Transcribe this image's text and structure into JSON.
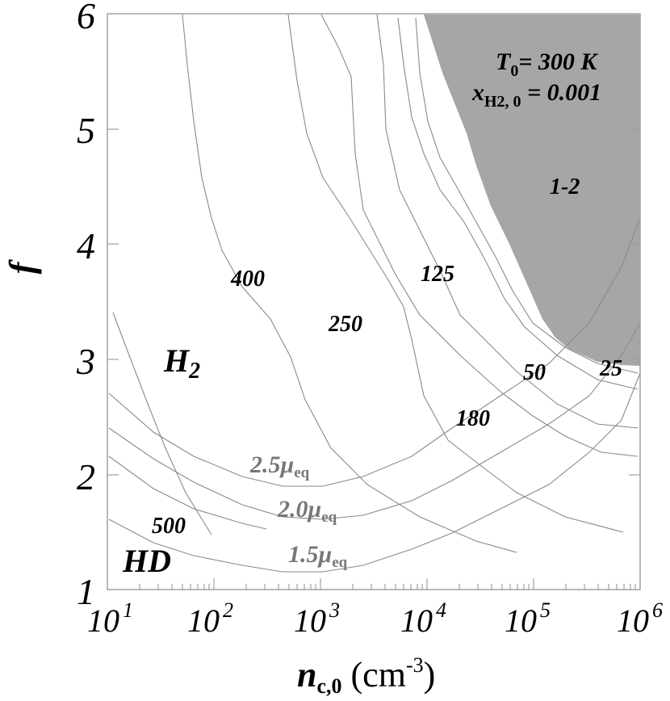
{
  "chart_data": {
    "type": "line",
    "subtype": "contour",
    "title": "",
    "xlabel": "n_c,0 (cm^-3)",
    "ylabel": "f",
    "xscale": "log",
    "xlim": [
      10,
      1000000
    ],
    "ylim": [
      1,
      6
    ],
    "x_tick_labels": [
      "10^1",
      "10^2",
      "10^3",
      "10^4",
      "10^5",
      "10^6"
    ],
    "y_tick_labels": [
      "1",
      "2",
      "3",
      "4",
      "5",
      "6"
    ],
    "annotations": {
      "temperature": "T0 = 300 K",
      "fraction": "x_H2,0 = 0.001"
    },
    "regions": [
      {
        "label": "H2",
        "x": 40,
        "f": 2.9
      },
      {
        "label": "HD",
        "x": 25,
        "f": 1.3
      },
      {
        "label": "1-2",
        "x": 300000,
        "f": 4.5,
        "shaded": true,
        "color": "#a6a6a6"
      }
    ],
    "contour_labels": [
      "500",
      "400",
      "250",
      "180",
      "125",
      "50",
      "25"
    ],
    "series": [
      {
        "name": "500",
        "points": [
          [
            12,
            3.4
          ],
          [
            30,
            2.4
          ],
          [
            50,
            1.8
          ],
          [
            90,
            1.5
          ]
        ]
      },
      {
        "name": "400",
        "points": [
          [
            70,
            6.0
          ],
          [
            150,
            4.2
          ],
          [
            400,
            3.1
          ],
          [
            600,
            2.9
          ],
          [
            1200,
            2.0
          ],
          [
            3000,
            1.7
          ],
          [
            8000,
            1.5
          ],
          [
            20000,
            1.4
          ]
        ]
      },
      {
        "name": "250",
        "points": [
          [
            550,
            6.0
          ],
          [
            900,
            4.6
          ],
          [
            2000,
            3.6
          ],
          [
            5000,
            2.9
          ],
          [
            10000,
            2.3
          ],
          [
            30000,
            2.0
          ],
          [
            100000,
            1.7
          ],
          [
            350000,
            1.5
          ]
        ]
      },
      {
        "name": "180",
        "points": [
          [
            1000,
            6.0
          ],
          [
            2200,
            5.4
          ],
          [
            2500,
            4.4
          ],
          [
            6000,
            3.4
          ],
          [
            30000,
            2.6
          ],
          [
            100000,
            2.3
          ],
          [
            400000,
            2.1
          ],
          [
            900000,
            2.0
          ]
        ]
      },
      {
        "name": "125",
        "points": [
          [
            4500,
            6.0
          ],
          [
            6000,
            5.0
          ],
          [
            10000,
            4.0
          ],
          [
            30000,
            3.1
          ],
          [
            100000,
            2.7
          ],
          [
            300000,
            2.5
          ],
          [
            900000,
            2.3
          ]
        ]
      },
      {
        "name": "50",
        "points": [
          [
            7000,
            6.0
          ],
          [
            12000,
            5.0
          ],
          [
            25000,
            4.0
          ],
          [
            70000,
            3.2
          ],
          [
            200000,
            2.8
          ],
          [
            900000,
            2.6
          ]
        ]
      },
      {
        "name": "25",
        "points": [
          [
            8000,
            6.0
          ],
          [
            15000,
            5.0
          ],
          [
            40000,
            3.8
          ],
          [
            100000,
            3.1
          ],
          [
            400000,
            2.8
          ],
          [
            900000,
            2.7
          ]
        ]
      },
      {
        "name": "2.5μ_eq",
        "points": [
          [
            10,
            2.45
          ],
          [
            30,
            2.2
          ],
          [
            100,
            2.0
          ],
          [
            500,
            1.92
          ],
          [
            1000,
            1.93
          ],
          [
            10000,
            2.2
          ],
          [
            100000,
            3.0
          ],
          [
            1000000,
            4.8
          ]
        ]
      },
      {
        "name": "2.0μ_eq",
        "points": [
          [
            10,
            2.15
          ],
          [
            30,
            1.8
          ],
          [
            100,
            1.62
          ],
          [
            500,
            1.55
          ],
          [
            1000,
            1.55
          ],
          [
            10000,
            1.8
          ],
          [
            100000,
            2.55
          ],
          [
            1000000,
            3.9
          ]
        ]
      },
      {
        "name": "1.5μ_eq",
        "points": [
          [
            10,
            1.6
          ],
          [
            30,
            1.35
          ],
          [
            100,
            1.18
          ],
          [
            500,
            1.1
          ],
          [
            1000,
            1.12
          ],
          [
            10000,
            1.4
          ],
          [
            100000,
            2.0
          ],
          [
            1000000,
            2.9
          ]
        ]
      }
    ],
    "mu_labels": [
      "2.5μ_eq",
      "2.0μ_eq",
      "1.5μ_eq"
    ]
  },
  "labels": {
    "y_axis_title": "f",
    "x_axis_main": "n",
    "x_axis_sub": "c,0",
    "x_axis_units": " (cm",
    "x_axis_units_sup": "-3",
    "x_axis_units_close": ")",
    "y_ticks": [
      "6",
      "5",
      "4",
      "3",
      "2",
      "1"
    ],
    "x_tick_base": "10",
    "x_tick_exps": [
      "1",
      "2",
      "3",
      "4",
      "5",
      "6"
    ],
    "annot_T": "T",
    "annot_T_sub": "0",
    "annot_T_val": "= 300 K",
    "annot_x": "x",
    "annot_x_sub": "H2, 0",
    "annot_x_val": " = 0.001",
    "region_h2": "H",
    "region_h2_sub": "2",
    "region_hd": "HD",
    "region_12": "1-2",
    "c500": "500",
    "c400": "400",
    "c250": "250",
    "c180": "180",
    "c125": "125",
    "c50": "50",
    "c25": "25",
    "mu25": "2.5",
    "mu20": "2.0",
    "mu15": "1.5",
    "mu_sym": "μ",
    "mu_sub": "eq"
  }
}
